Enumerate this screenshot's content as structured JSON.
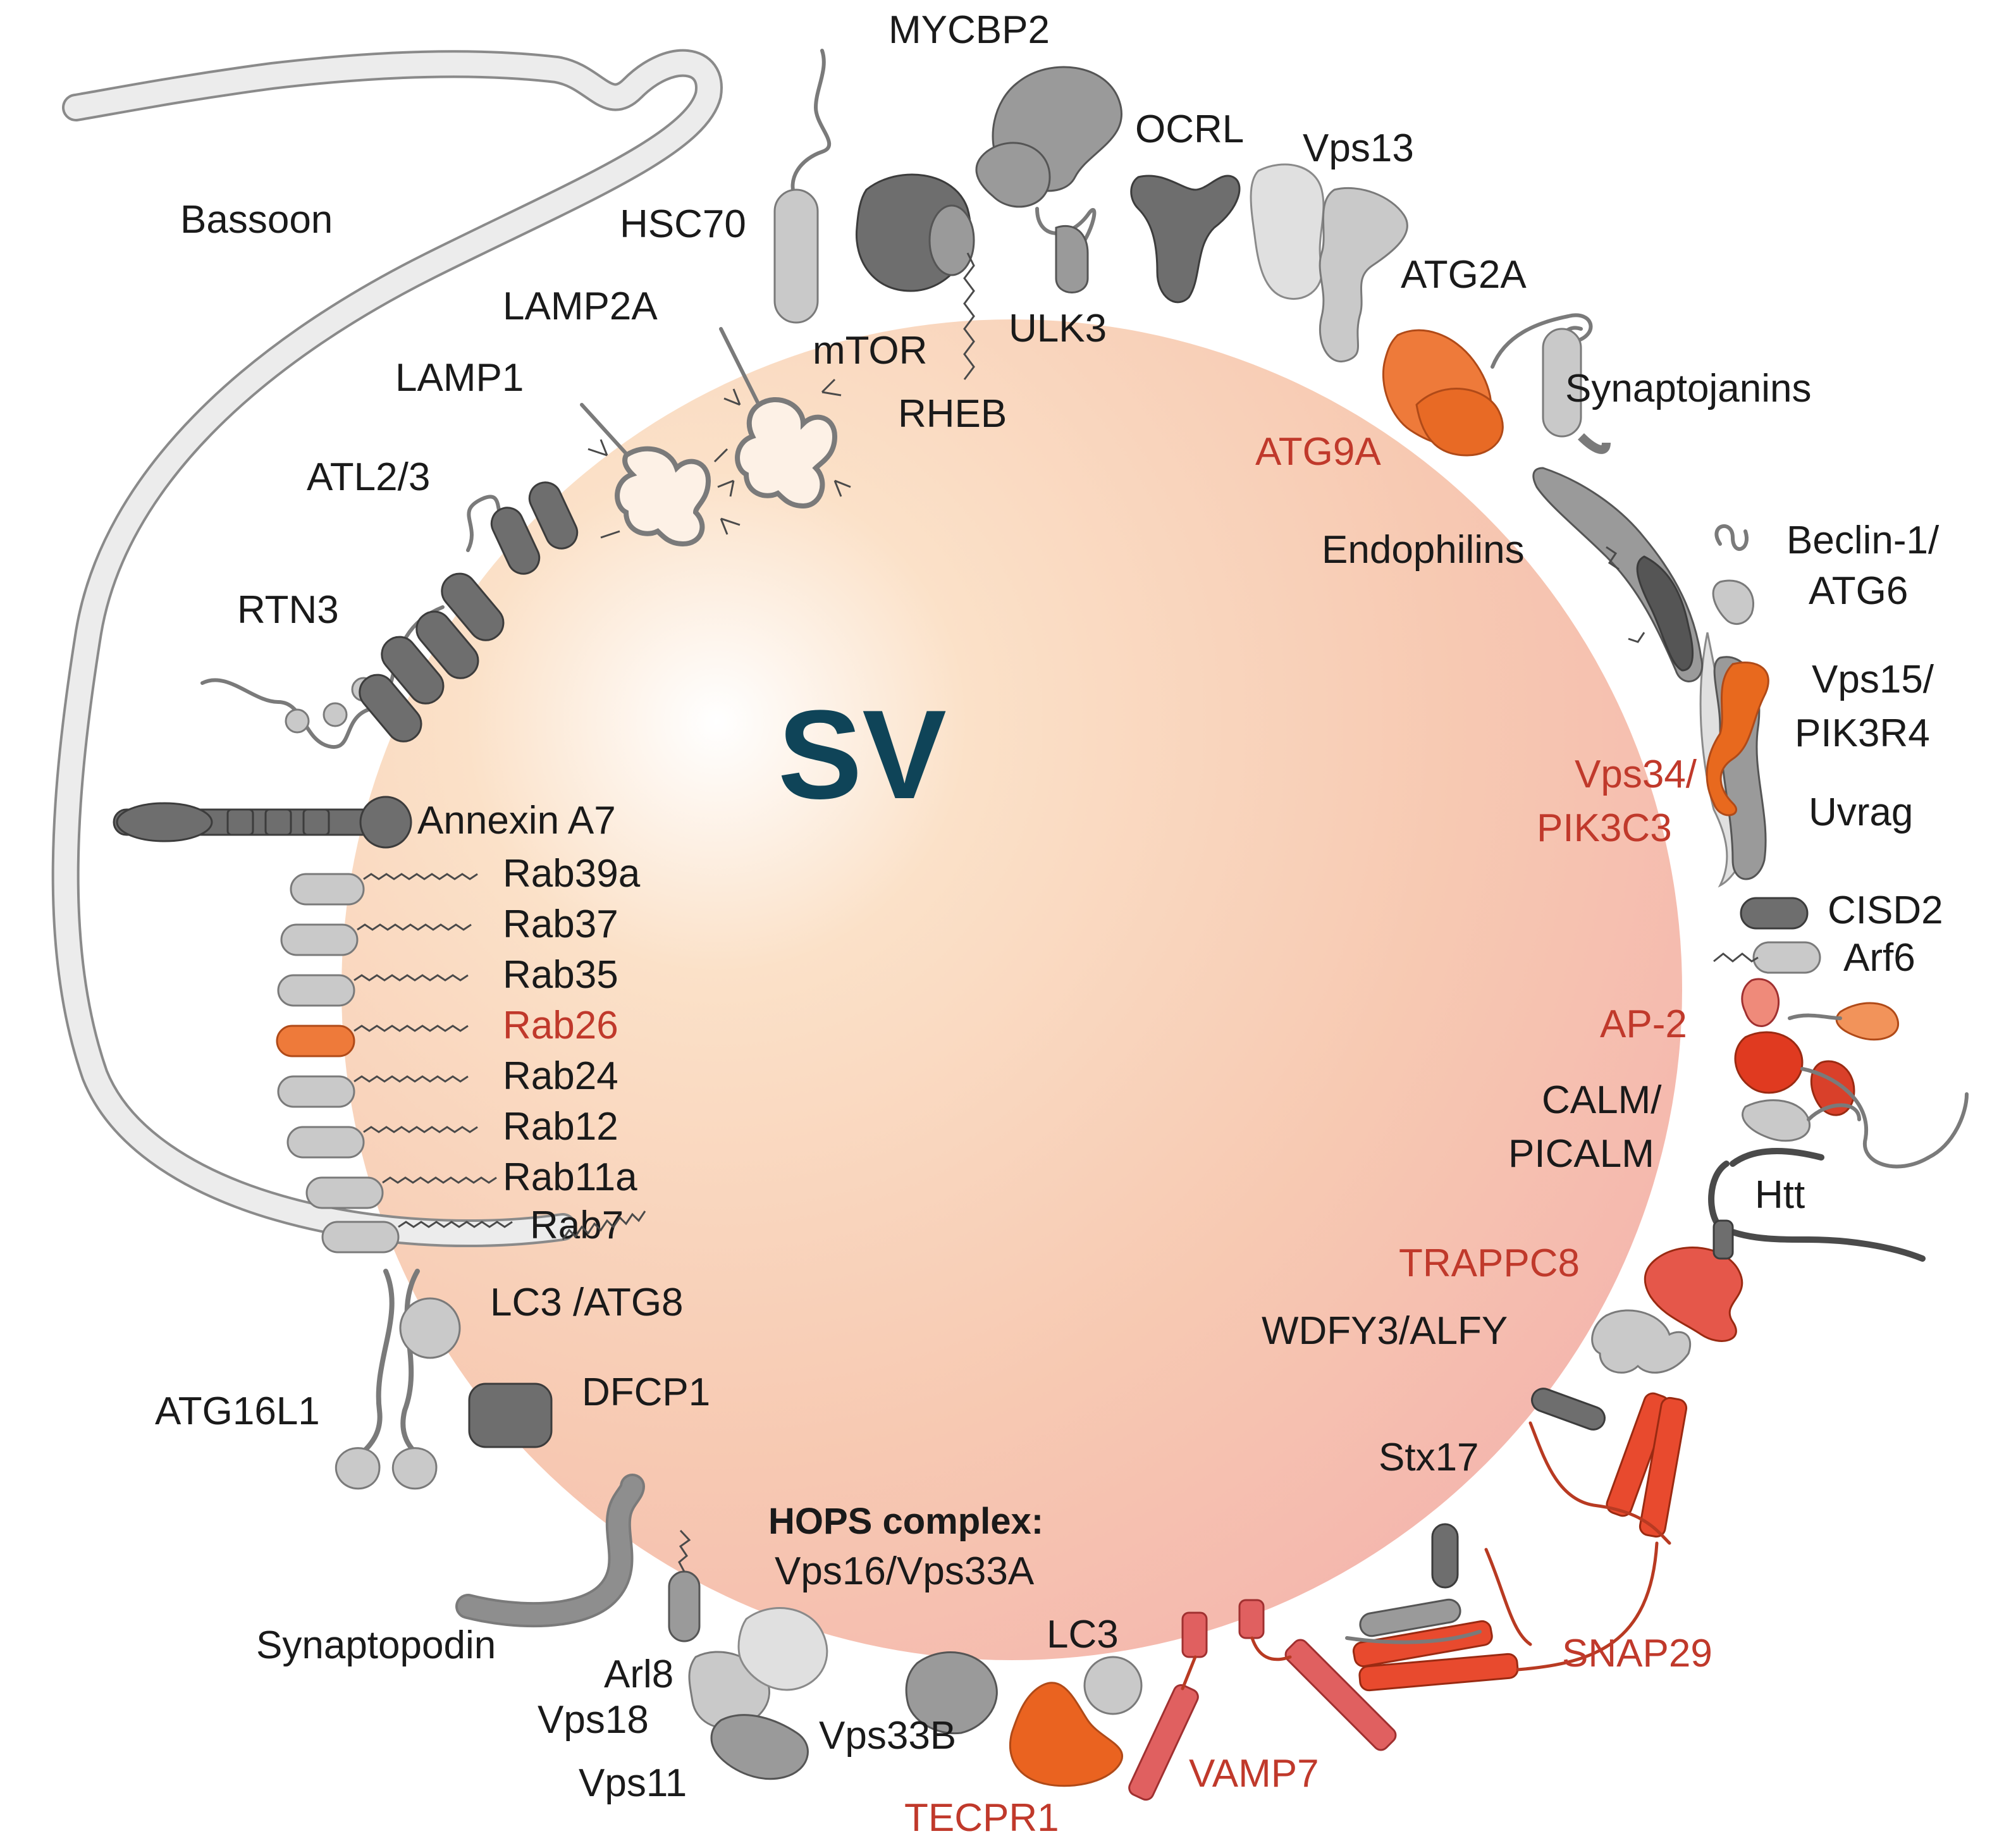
{
  "vesicle": {
    "label": "SV"
  },
  "labels": {
    "bassoon": "Bassoon",
    "mycbp2": "MYCBP2",
    "ocrl": "OCRL",
    "vps13": "Vps13",
    "hsc70": "HSC70",
    "atg2a": "ATG2A",
    "lamp2a": "LAMP2A",
    "mtor": "mTOR",
    "ulk3": "ULK3",
    "synaptojanins": "Synaptojanins",
    "lamp1": "LAMP1",
    "rheb": "RHEB",
    "atg9a": "ATG9A",
    "atl23": "ATL2/3",
    "endophilins": "Endophilins",
    "beclin_1": "Beclin-1/",
    "beclin_2": "ATG6",
    "rtn3": "RTN3",
    "vps15_1": "Vps15/",
    "vps15_2": "PIK3R4",
    "vps34_1": "Vps34/",
    "vps34_2": "PIK3C3",
    "uvrag": "Uvrag",
    "annexin": "Annexin A7",
    "cisd2": "CISD2",
    "arf6": "Arf6",
    "ap2": "AP-2",
    "calm_1": "CALM/",
    "calm_2": "PICALM",
    "htt": "Htt",
    "trappc8": "TRAPPC8",
    "wdfy3": "WDFY3/ALFY",
    "lc3atg8": "LC3 /ATG8",
    "dfcp1": "DFCP1",
    "atg16l1": "ATG16L1",
    "stx17": "Stx17",
    "hops_title": "HOPS complex:",
    "hops_sub": "Vps16/Vps33A",
    "lc3": "LC3",
    "snap29": "SNAP29",
    "synaptopodin": "Synaptopodin",
    "arl8": "Arl8",
    "vps18": "Vps18",
    "vps11": "Vps11",
    "vps33b": "Vps33B",
    "tecpr1": "TECPR1",
    "vamp7": "VAMP7"
  },
  "rabs": [
    "Rab39a",
    "Rab37",
    "Rab35",
    "Rab26",
    "Rab24",
    "Rab12",
    "Rab11a",
    "Rab7"
  ],
  "highlight_rab": "Rab26",
  "colors": {
    "highlight_text": "#c0392b",
    "sv_text": "#0f4458",
    "orange": "#ee7a3a",
    "red": "#e84a2e",
    "gray_dark": "#6e6e6e",
    "gray_light": "#c9c9c9"
  }
}
